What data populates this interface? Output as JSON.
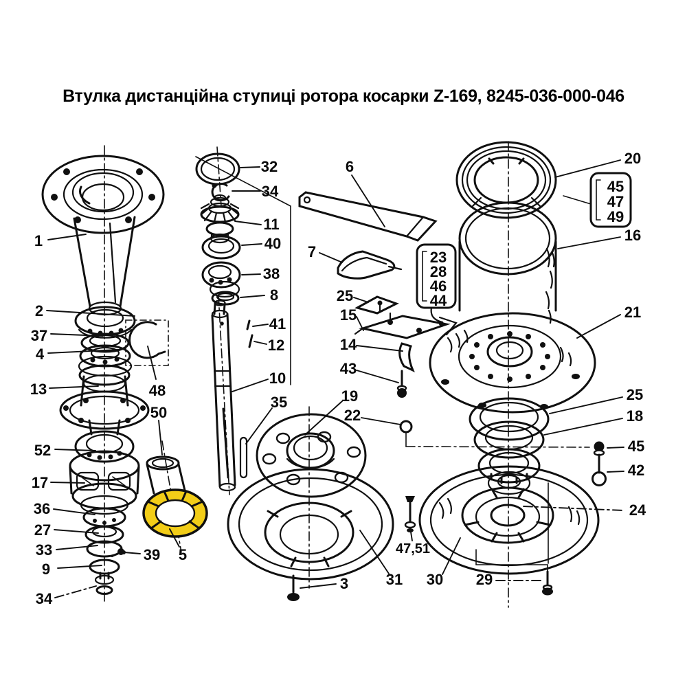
{
  "title": "Втулка дистанційна ступиці ротора косарки Z-169, 8245-036-000-046",
  "colors": {
    "background": "#ffffff",
    "line": "#101010",
    "text": "#000000",
    "highlight": "#F2CD18"
  },
  "highlighted_part": {
    "number": "5",
    "description": "spacer ring shown highlighted in yellow"
  },
  "callouts": {
    "box1": {
      "items": [
        "45",
        "47",
        "49"
      ]
    },
    "box2": {
      "items": [
        "23",
        "28",
        "46",
        "44"
      ]
    }
  },
  "labels": {
    "p1": "1",
    "p2": "2",
    "p37": "37",
    "p4": "4",
    "p13": "13",
    "p52": "52",
    "p17": "17",
    "p36": "36",
    "p27": "27",
    "p33": "33",
    "p9": "9",
    "p34_left": "34",
    "p39": "39",
    "p48": "48",
    "p50": "50",
    "p5": "5",
    "p32": "32",
    "p34_mid": "34",
    "p11": "11",
    "p40": "40",
    "p38": "38",
    "p8": "8",
    "p41": "41",
    "p12": "12",
    "p10": "10",
    "p35": "35",
    "p6": "6",
    "p7": "7",
    "p25_mid": "25",
    "p15": "15",
    "p14": "14",
    "p43": "43",
    "p19": "19",
    "p22": "22",
    "p3": "3",
    "p31": "31",
    "p47_51": "47,51",
    "p20": "20",
    "p16": "16",
    "p21": "21",
    "p25_right": "25",
    "p18": "18",
    "p45": "45",
    "p42": "42",
    "p24": "24",
    "p30": "30",
    "p29": "29"
  }
}
